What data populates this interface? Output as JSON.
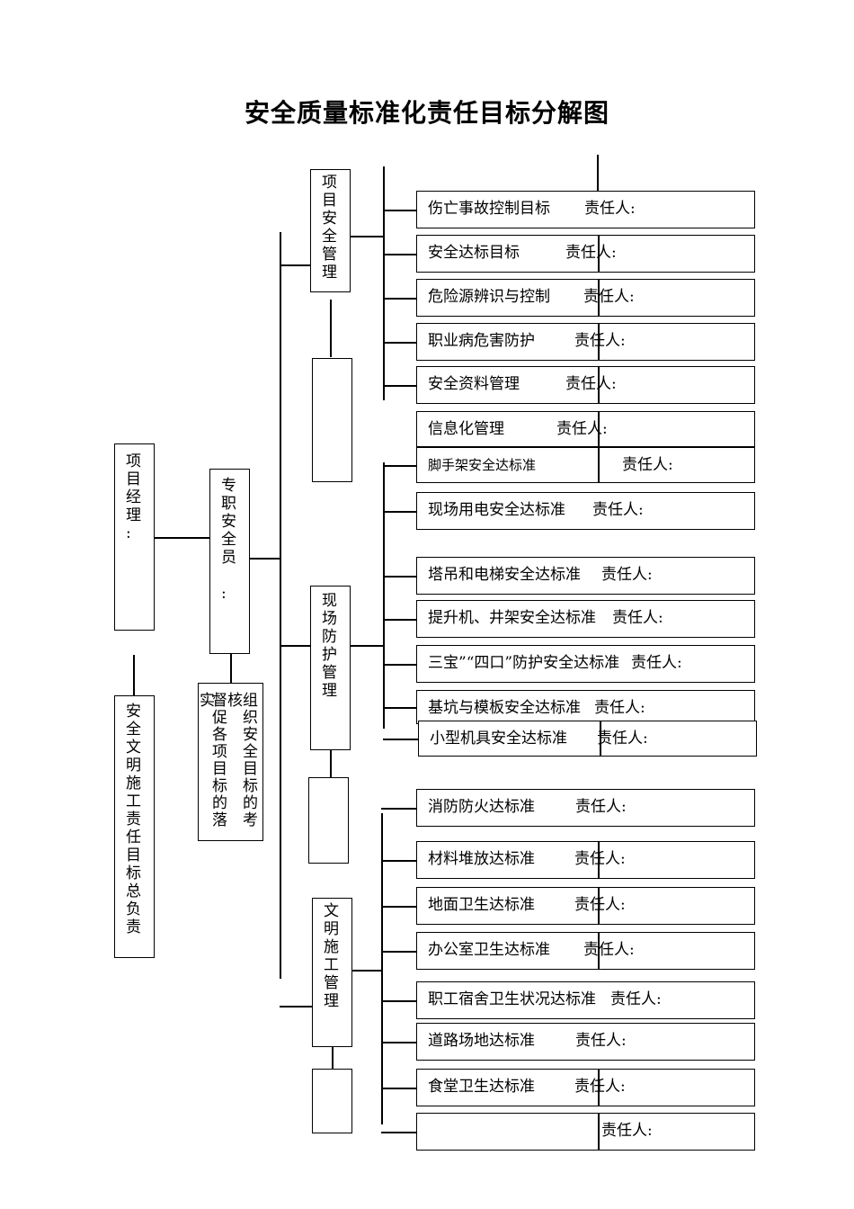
{
  "title": "安全质量标准化责任目标分解图",
  "nodes": {
    "project_manager": "项\n目\n经\n理\n:",
    "overall_responsibility": "安\n全\n文\n明\n施\n工\n责\n任\n目\n标\n总\n负\n责",
    "safety_officer": "专\n职\n安\n全\n员\n\n:",
    "officer_duty": {
      "col1": "组\n织\n安\n全\n目\n标\n的\n考",
      "col2": "核\n\n\n\n\n\n\n",
      "col3": "督\n促\n各\n项\n目\n标\n的\n落",
      "col4": "实\n\n\n\n\n\n\n"
    },
    "safety_mgmt": "项\n目\n安\n全\n管\n理",
    "site_protection": "现\n场\n防\n护\n管\n理",
    "civilized_construction": "文\n明\n施\n工\n管\n理"
  },
  "groups": {
    "safety_mgmt_items": [
      {
        "label": "伤亡事故控制目标",
        "resp": "责任人:"
      },
      {
        "label": "安全达标目标",
        "resp": "责任人:"
      },
      {
        "label": "危险源辨识与控制",
        "resp": "责任人:"
      },
      {
        "label": "职业病危害防护",
        "resp": "责任人:"
      },
      {
        "label": "安全资料管理",
        "resp": "责任人:"
      },
      {
        "label": "信息化管理",
        "resp": "责任人:"
      }
    ],
    "site_protection_items": [
      {
        "label": "脚手架安全达标准",
        "resp": "责任人:"
      },
      {
        "label": "现场用电安全达标准",
        "resp": "责任人:"
      },
      {
        "label": "塔吊和电梯安全达标准",
        "resp": "责任人:"
      },
      {
        "label": "提升机、井架安全达标准",
        "resp": "责任人:"
      },
      {
        "label": "三宝”“四口”防护安全达标准",
        "resp": "责任人:"
      },
      {
        "label": "基坑与模板安全达标准",
        "resp": "责任人:"
      },
      {
        "label": "小型机具安全达标准",
        "resp": "责任人:"
      }
    ],
    "civilized_items": [
      {
        "label": "消防防火达标准",
        "resp": "责任人:"
      },
      {
        "label": "材料堆放达标准",
        "resp": "责任人:"
      },
      {
        "label": "地面卫生达标准",
        "resp": "责任人:"
      },
      {
        "label": "办公室卫生达标准",
        "resp": "责任人:"
      },
      {
        "label": "职工宿舍卫生状况达标准",
        "resp": "责任人:"
      },
      {
        "label": "道路场地达标准",
        "resp": "责任人:"
      },
      {
        "label": "食堂卫生达标准",
        "resp": "责任人:"
      },
      {
        "label": "",
        "resp": "责任人:"
      }
    ]
  }
}
